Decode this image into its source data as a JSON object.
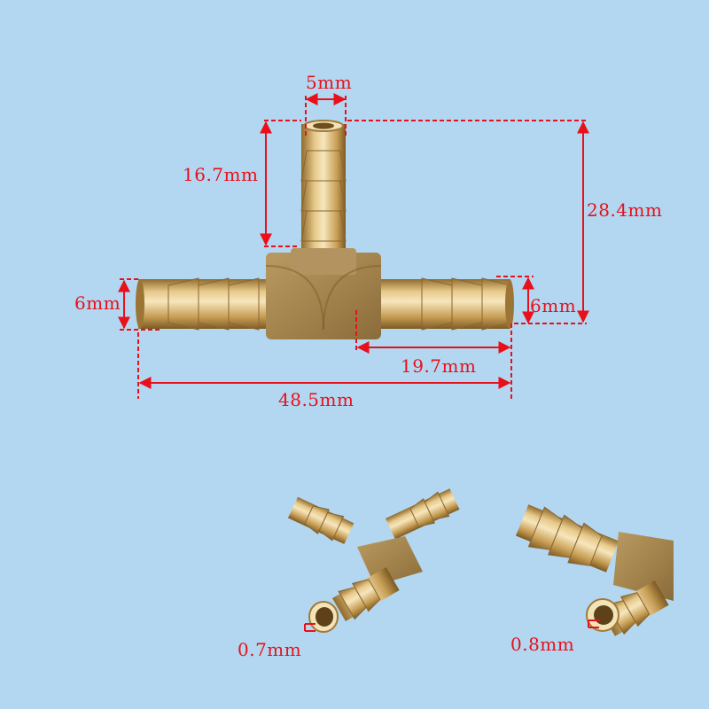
{
  "dimensions": {
    "top_width": "5mm",
    "branch_length": "16.7mm",
    "total_height": "28.4mm",
    "left_diameter": "6mm",
    "right_diameter": "6mm",
    "half_length": "19.7mm",
    "total_length": "48.5mm"
  },
  "details": {
    "wall_thickness_a": "0.7mm",
    "wall_thickness_b": "0.8mm"
  },
  "colors": {
    "background": "#b3d7f0",
    "dimension_red": "#e8101b",
    "brass_light": "#f1dca6",
    "brass_mid": "#d4ae63",
    "brass_dark": "#8f6a2c",
    "body_brass": "#a98a55"
  }
}
